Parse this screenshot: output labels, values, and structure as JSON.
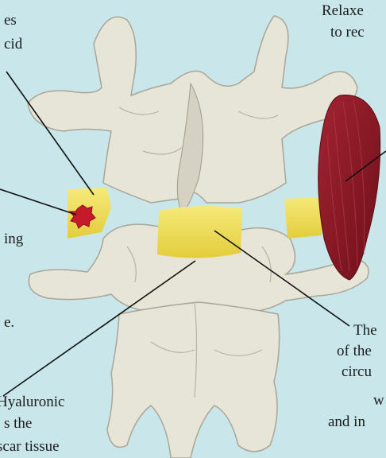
{
  "background_color": "#c9e7ea",
  "bone_color": "#e7e4d8",
  "disc_color": "#f2e05a",
  "muscle_color": "#8c1b26",
  "injury_color": "#c41a2a",
  "labels": {
    "top_left_1": "es",
    "top_left_2": "cid",
    "mid_left_1": "ing",
    "mid_left_2": "e.",
    "bottom_left_1": "Hyaluronic",
    "bottom_left_2": "s the",
    "bottom_left_3": "scar tissue",
    "top_right_1": "Relaxe",
    "top_right_2": "to rec",
    "bottom_right_1": "The",
    "bottom_right_2": "of the",
    "bottom_right_3": "circu",
    "bottom_right_4": "w",
    "bottom_right_5": "and in"
  }
}
